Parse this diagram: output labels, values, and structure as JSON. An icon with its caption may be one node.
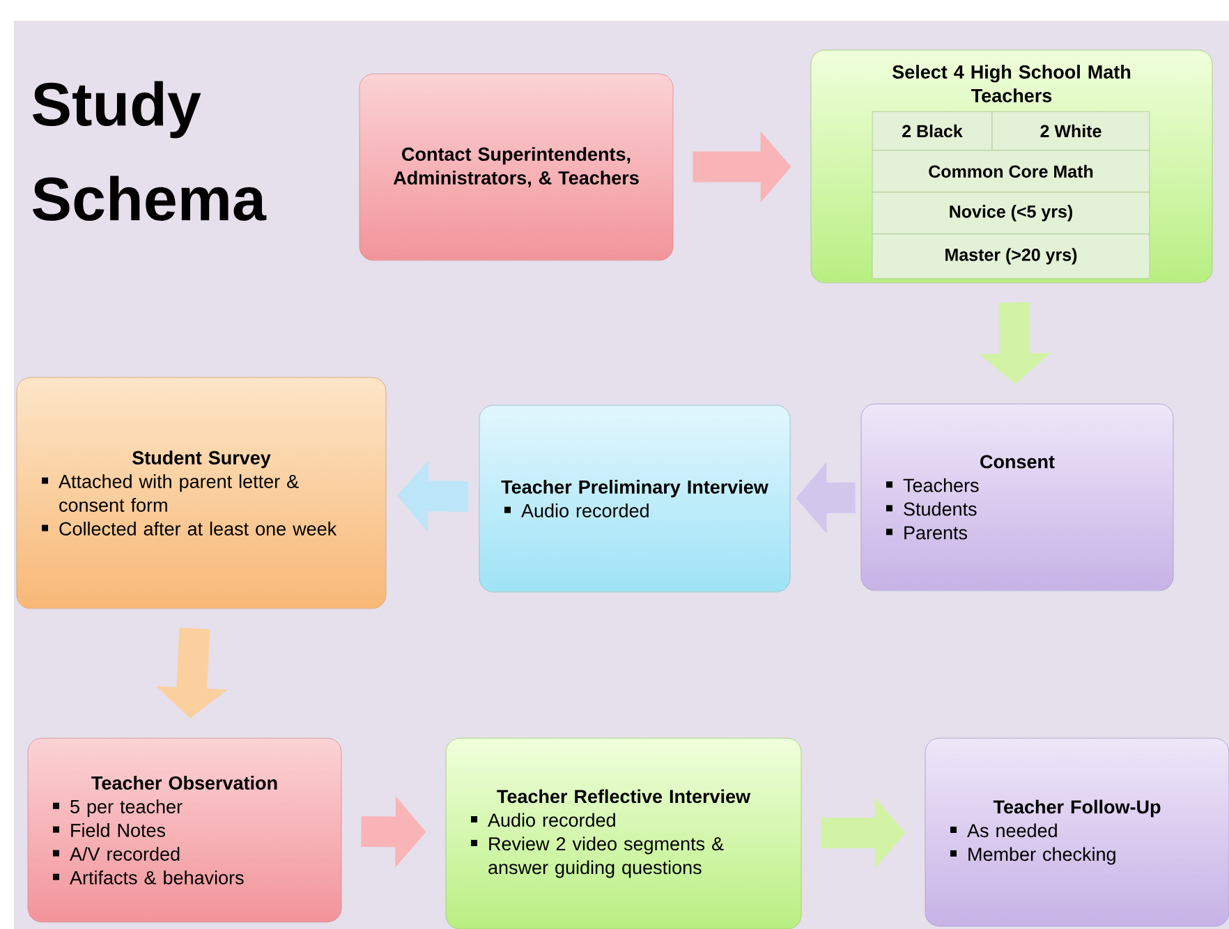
{
  "diagram": {
    "title": "Study Schema",
    "nodes": [
      {
        "text": [
          "Contact Superintendents, Administrators, & Teachers"
        ]
      },
      {
        "text": [
          "Select 4 High School Math Teachers"
        ]
      },
      {
        "text": [
          "2 Black"
        ],
        "in": 1
      },
      {
        "text": [
          "2 White"
        ],
        "in": 1
      },
      {
        "text": [
          "Common Core Math"
        ],
        "in": 1
      },
      {
        "text": [
          "Novice (<5 yrs)"
        ],
        "in": 1
      },
      {
        "text": [
          "Master (>20 yrs)"
        ],
        "in": 1
      },
      {
        "text": [
          "Consent",
          "Teachers",
          "Students",
          "Parents"
        ]
      },
      {
        "text": [
          "Teacher Preliminary Interview",
          "Audio recorded"
        ]
      },
      {
        "text": [
          "Student Survey",
          "Attached with parent letter & consent form",
          "Collected after at least one week"
        ]
      },
      {
        "text": [
          "Teacher Observation",
          "5 per teacher",
          "Field Notes",
          "A/V recorded",
          "Artifacts & behaviors"
        ]
      },
      {
        "text": [
          "Teacher Reflective Interview",
          "Audio recorded",
          "Review 2 video segments & answer guiding questions"
        ]
      },
      {
        "text": [
          "Teacher Follow-Up",
          "As needed",
          "Member checking"
        ]
      }
    ],
    "edges": [
      {
        "from": 0,
        "to": 1,
        "arrow": "to",
        "color": "#f9b4b8"
      },
      {
        "from": 1,
        "to": 7,
        "arrow": "to",
        "color": "#d2f3a6"
      },
      {
        "from": 7,
        "to": 8,
        "arrow": "to",
        "color": "#d2c6ec"
      },
      {
        "from": 8,
        "to": 9,
        "arrow": "to",
        "color": "#bde6f8"
      },
      {
        "from": 9,
        "to": 10,
        "arrow": "to",
        "color": "#fcd09e"
      },
      {
        "from": 10,
        "to": 11,
        "arrow": "to",
        "color": "#f9b4b8"
      },
      {
        "from": 11,
        "to": 12,
        "arrow": "to",
        "color": "#d2f3a6"
      }
    ]
  }
}
